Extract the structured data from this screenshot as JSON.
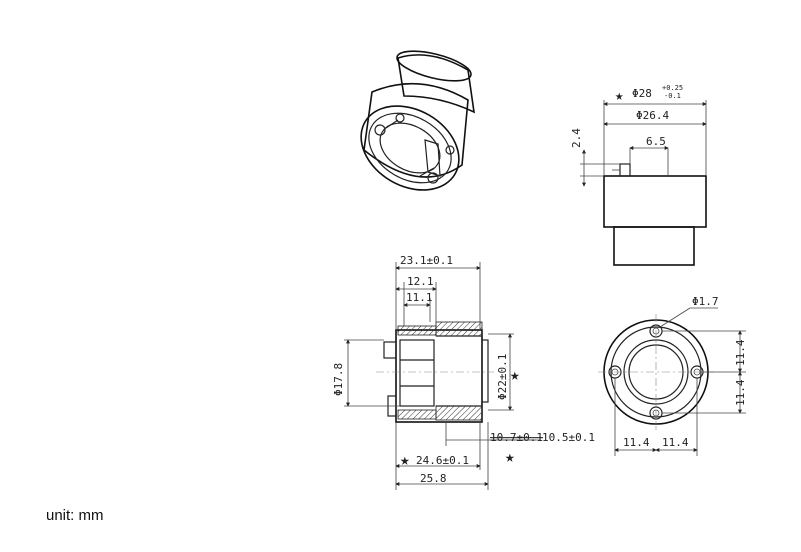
{
  "unit_label": "unit: mm",
  "dims": {
    "top_d28": "Φ28",
    "top_d28_tol_up": "+0.25",
    "top_d28_tol_dn": "-0.1",
    "top_d264": "Φ26.4",
    "top_24": "2.4",
    "top_65": "6.5",
    "s_231": "23.1±0.1",
    "s_121": "12.1",
    "s_111": "11.1",
    "s_178": "Φ17.8",
    "s_22": "Φ22±0.1",
    "s_107": "10.7±0.1",
    "s_105": "10.5±0.1",
    "s_246": "24.6±0.1",
    "s_258": "25.8",
    "f_17": "Φ1.7",
    "f_114_r1": "11.4",
    "f_114_r2": "11.4",
    "f_114_b1": "11.4",
    "f_114_b2": "11.4"
  },
  "markers": {
    "star": "★"
  }
}
